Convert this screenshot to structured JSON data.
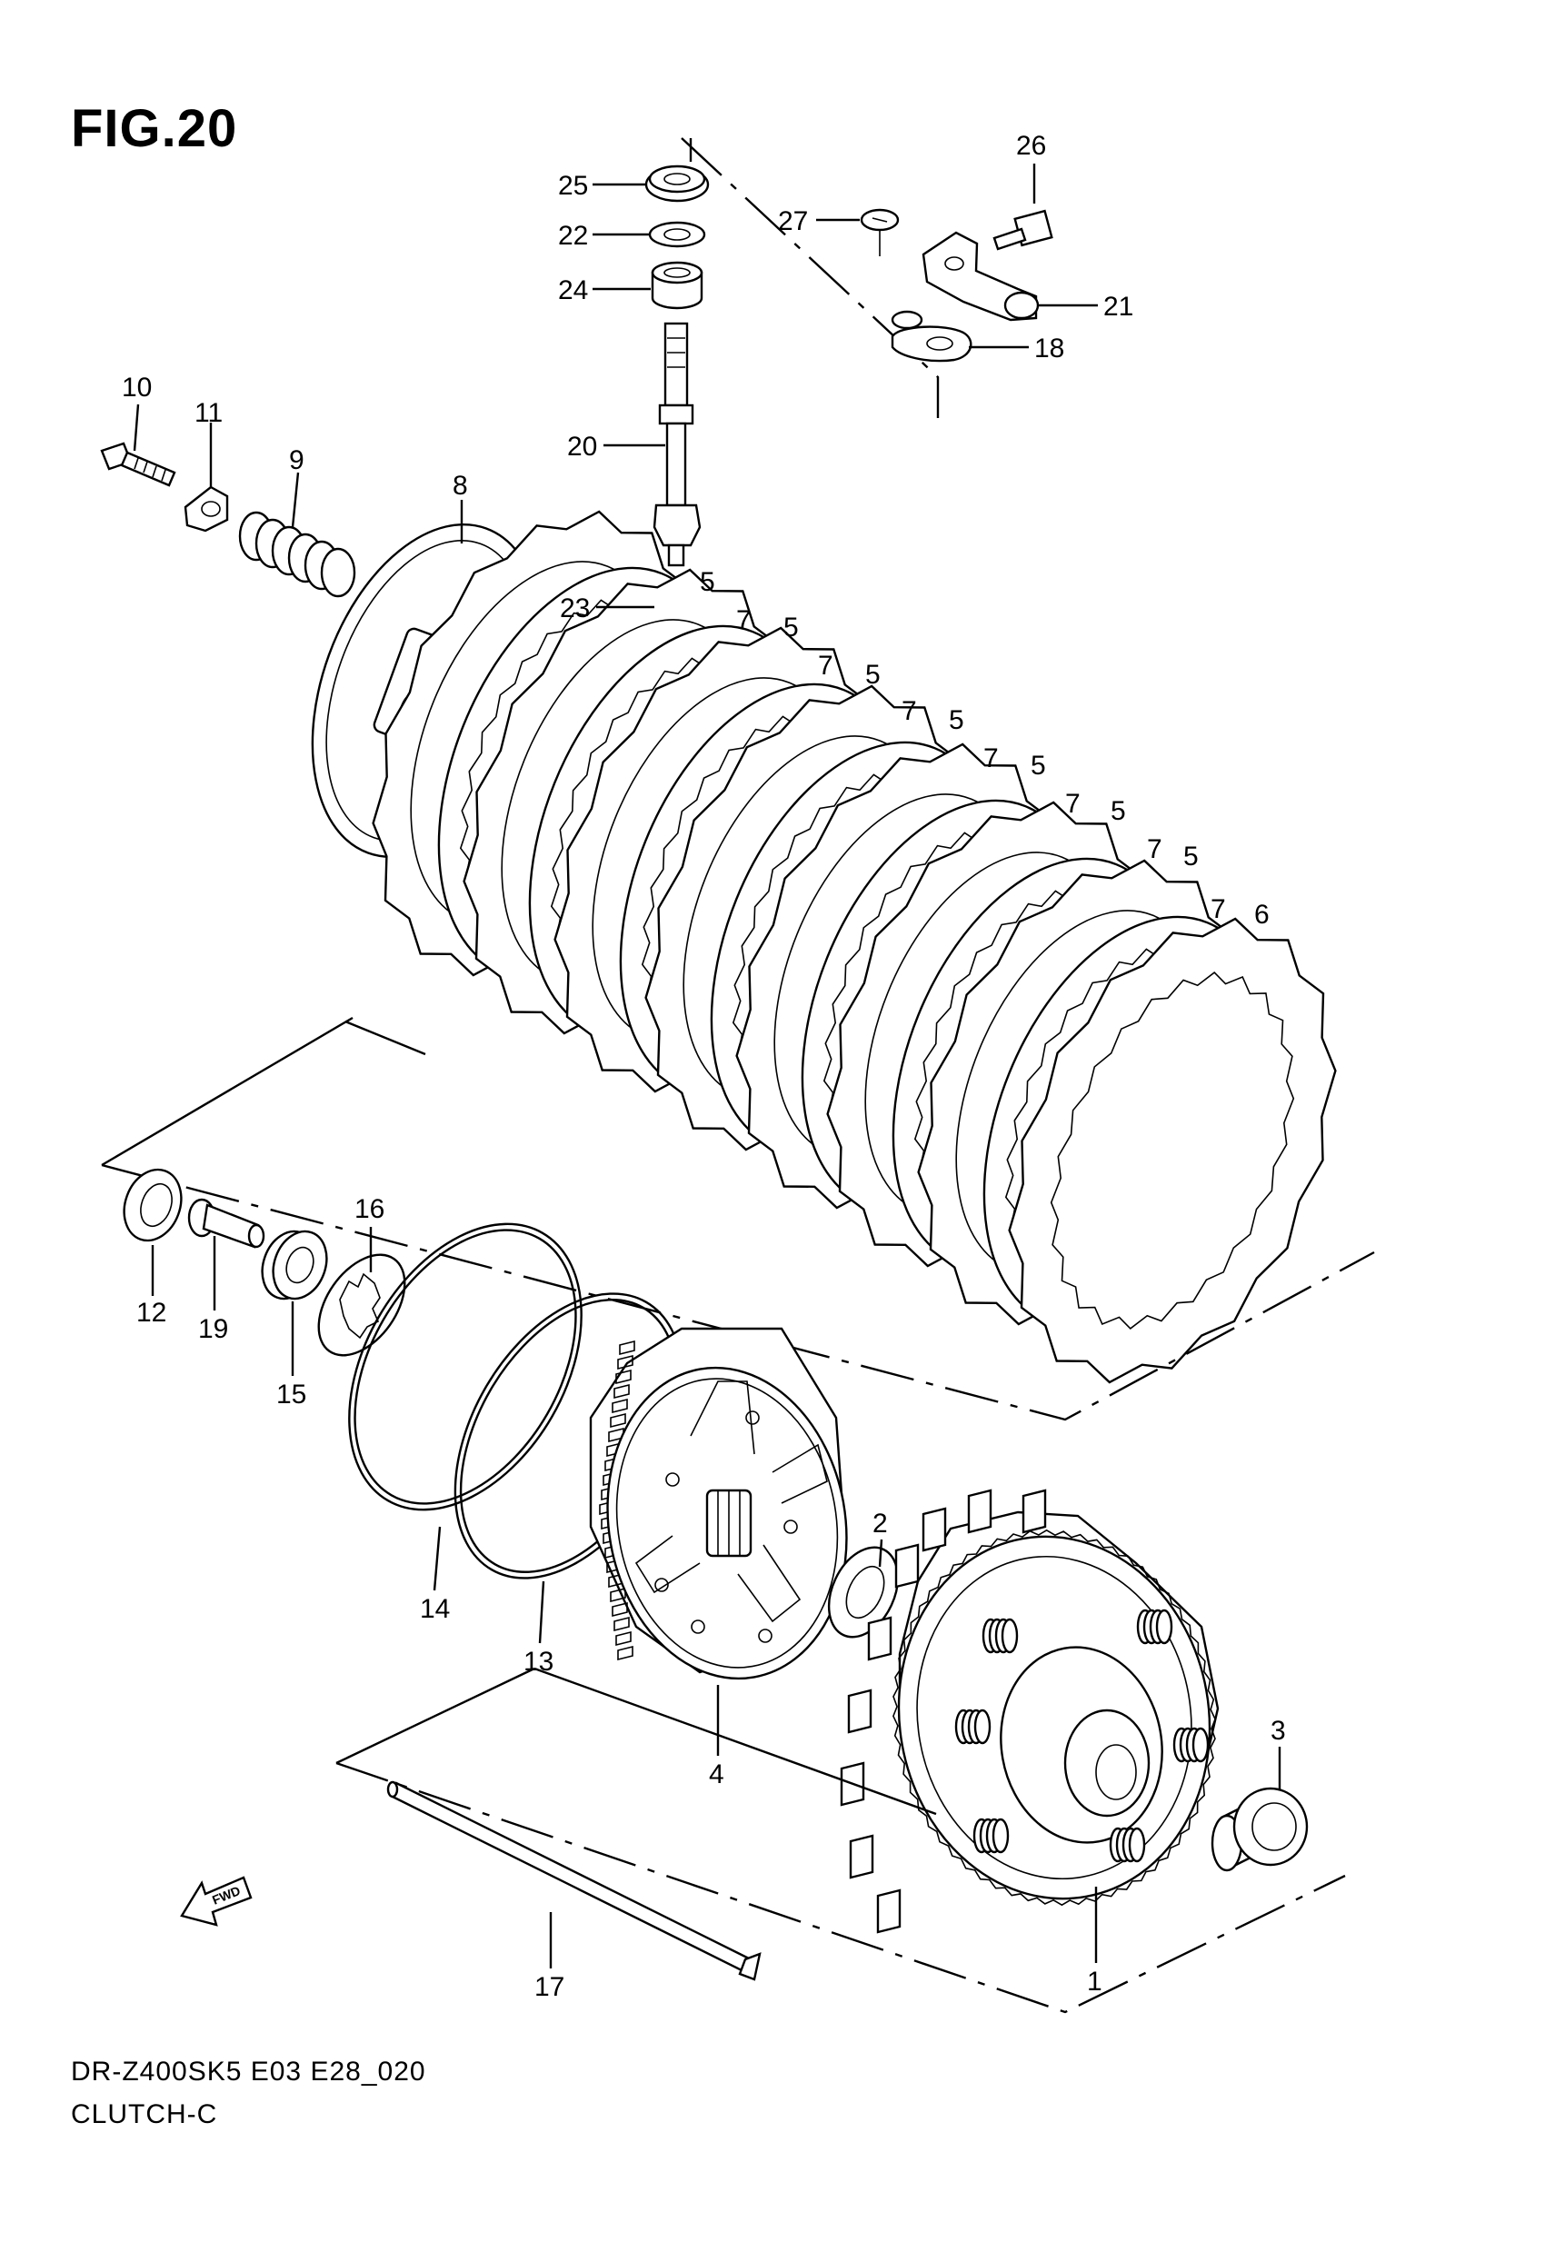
{
  "figure": {
    "title": "FIG.20",
    "model_code": "DR-Z400SK5  E03  E28_020",
    "section": "CLUTCH-C",
    "fwd_badge": "FWD"
  },
  "callouts": [
    {
      "id": "c25",
      "label": "25"
    },
    {
      "id": "c22",
      "label": "22"
    },
    {
      "id": "c24",
      "label": "24"
    },
    {
      "id": "c20",
      "label": "20"
    },
    {
      "id": "c23",
      "label": "23"
    },
    {
      "id": "c26",
      "label": "26"
    },
    {
      "id": "c27",
      "label": "27"
    },
    {
      "id": "c21",
      "label": "21"
    },
    {
      "id": "c18",
      "label": "18"
    },
    {
      "id": "c10",
      "label": "10"
    },
    {
      "id": "c11",
      "label": "11"
    },
    {
      "id": "c9",
      "label": "9"
    },
    {
      "id": "c8",
      "label": "8"
    },
    {
      "id": "c5a",
      "label": "5"
    },
    {
      "id": "c7a",
      "label": "7"
    },
    {
      "id": "c5b",
      "label": "5"
    },
    {
      "id": "c7b",
      "label": "7"
    },
    {
      "id": "c5c",
      "label": "5"
    },
    {
      "id": "c7c",
      "label": "7"
    },
    {
      "id": "c5d",
      "label": "5"
    },
    {
      "id": "c7d",
      "label": "7"
    },
    {
      "id": "c5e",
      "label": "5"
    },
    {
      "id": "c7e",
      "label": "7"
    },
    {
      "id": "c5f",
      "label": "5"
    },
    {
      "id": "c7f",
      "label": "7"
    },
    {
      "id": "c5g",
      "label": "5"
    },
    {
      "id": "c7g",
      "label": "7"
    },
    {
      "id": "c6",
      "label": "6"
    },
    {
      "id": "c12",
      "label": "12"
    },
    {
      "id": "c19",
      "label": "19"
    },
    {
      "id": "c15",
      "label": "15"
    },
    {
      "id": "c16",
      "label": "16"
    },
    {
      "id": "c14",
      "label": "14"
    },
    {
      "id": "c13",
      "label": "13"
    },
    {
      "id": "c4",
      "label": "4"
    },
    {
      "id": "c2",
      "label": "2"
    },
    {
      "id": "c3",
      "label": "3"
    },
    {
      "id": "c1",
      "label": "1"
    },
    {
      "id": "c17",
      "label": "17"
    }
  ]
}
